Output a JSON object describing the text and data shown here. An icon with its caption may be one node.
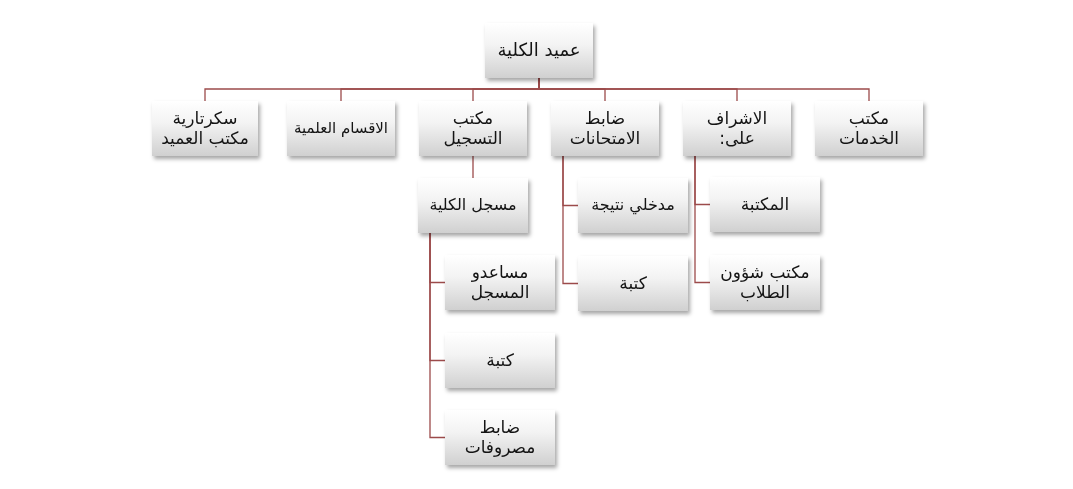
{
  "diagram": {
    "nodes": [
      {
        "text": [
          "عميد الكلية"
        ]
      },
      {
        "text": [
          "مكتب الخدمات"
        ]
      },
      {
        "text": [
          "الاشراف على:"
        ]
      },
      {
        "text": [
          "ضابط الامتحانات"
        ]
      },
      {
        "text": [
          "مكتب التسجيل"
        ]
      },
      {
        "text": [
          "الاقسام العلمية"
        ]
      },
      {
        "text": [
          "سكرتارية مكتب العميد"
        ]
      },
      {
        "text": [
          "المكتبة"
        ]
      },
      {
        "text": [
          "مكتب شؤون الطلاب"
        ]
      },
      {
        "text": [
          "مدخلي نتيجة"
        ]
      },
      {
        "text": [
          "كتبة"
        ]
      },
      {
        "text": [
          "مسجل الكلية"
        ]
      },
      {
        "text": [
          "مساعدو المسجل"
        ]
      },
      {
        "text": [
          "كتبة"
        ]
      },
      {
        "text": [
          "ضابط مصروفات"
        ]
      }
    ],
    "edges": [
      {
        "from": 0,
        "to": 1,
        "arrow": "none"
      },
      {
        "from": 0,
        "to": 2,
        "arrow": "none"
      },
      {
        "from": 0,
        "to": 3,
        "arrow": "none"
      },
      {
        "from": 0,
        "to": 4,
        "arrow": "none"
      },
      {
        "from": 0,
        "to": 5,
        "arrow": "none"
      },
      {
        "from": 0,
        "to": 6,
        "arrow": "none"
      },
      {
        "from": 2,
        "to": 7,
        "arrow": "none"
      },
      {
        "from": 2,
        "to": 8,
        "arrow": "none"
      },
      {
        "from": 3,
        "to": 9,
        "arrow": "none"
      },
      {
        "from": 3,
        "to": 10,
        "arrow": "none"
      },
      {
        "from": 4,
        "to": 11,
        "arrow": "none"
      },
      {
        "from": 11,
        "to": 12,
        "arrow": "none"
      },
      {
        "from": 11,
        "to": 13,
        "arrow": "none"
      },
      {
        "from": 11,
        "to": 14,
        "arrow": "none"
      }
    ]
  }
}
